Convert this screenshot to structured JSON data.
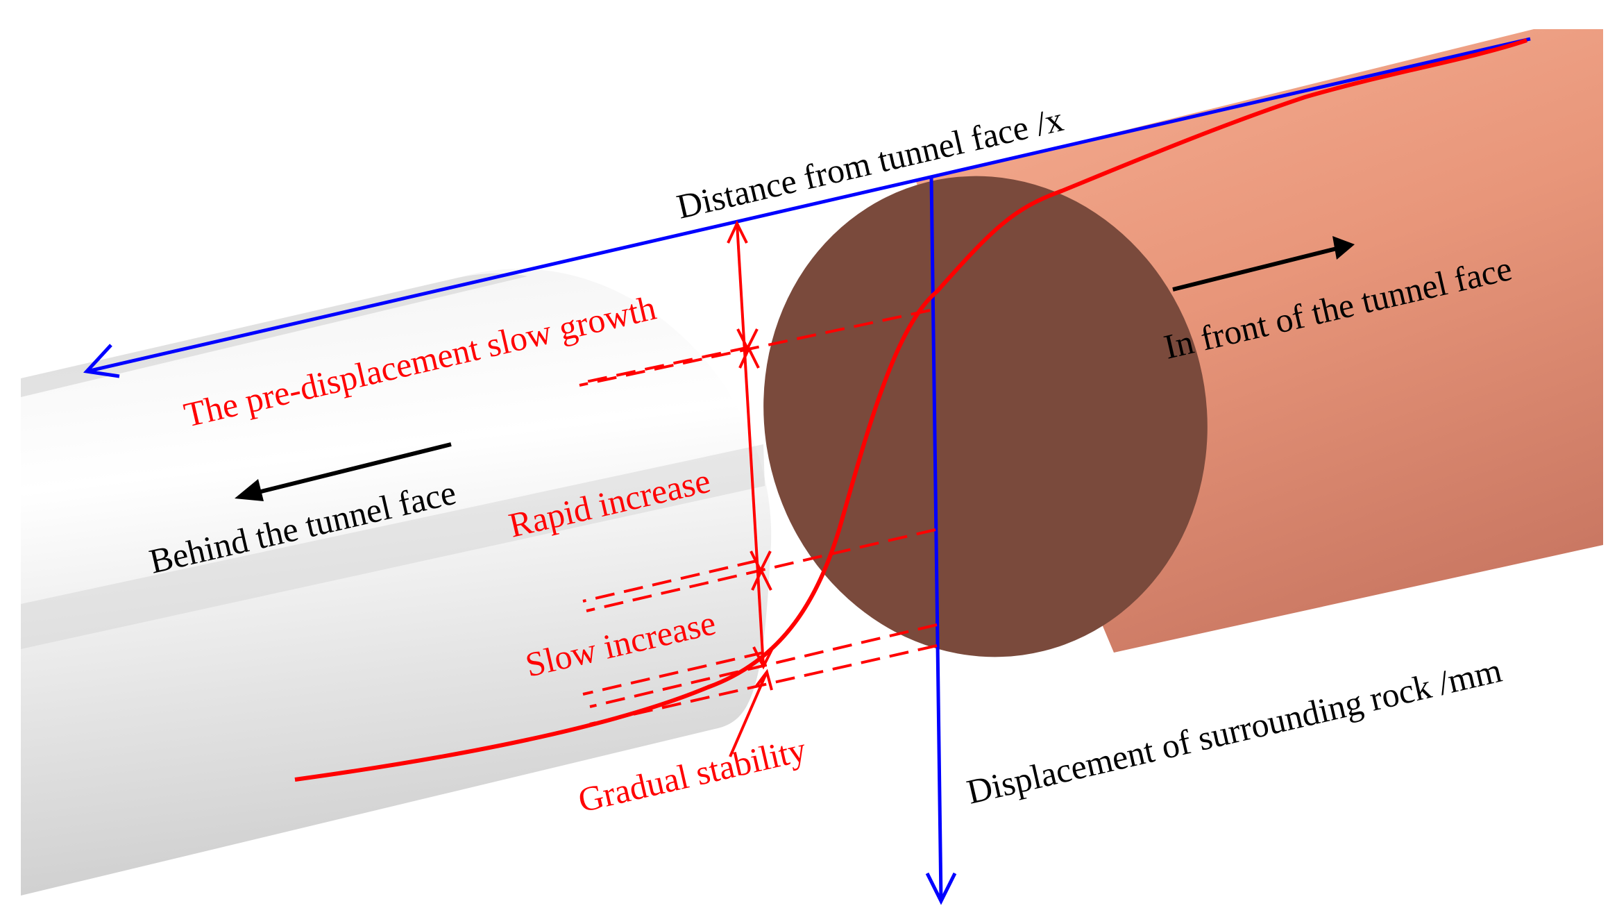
{
  "labels": {
    "x_axis": "Distance from tunnel face /x",
    "y_axis": "Displacement of surrounding rock /mm",
    "behind": "Behind the tunnel face",
    "front": "In front of the tunnel face",
    "stage_pre": "The pre-displacement slow growth",
    "stage_rapid": "Rapid increase",
    "stage_slow": "Slow increase",
    "stage_stable": "Gradual stability"
  },
  "colors": {
    "axis": "#0000ff",
    "curve": "#ff0000",
    "text": "#000000",
    "stage_text": "#ff0000",
    "rock_body": "#e8967a",
    "rock_face": "#7a4a3c",
    "tunnel_lining": "#e6e6e6"
  },
  "icons": {
    "axis_arrow": "arrowhead-icon",
    "direction_arrow": "arrow-icon"
  }
}
